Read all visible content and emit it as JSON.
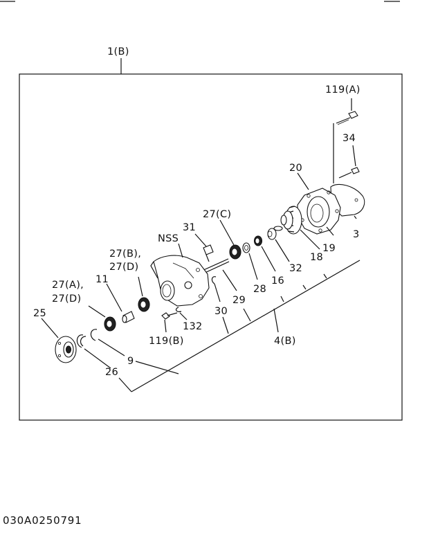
{
  "diagram": {
    "assembly_label": "1(B)",
    "subassembly_label": "4(B)",
    "drawing_code": "030A0250791",
    "callouts": {
      "p119a": "119(A)",
      "p34": "34",
      "p20": "20",
      "p3": "3",
      "p19": "19",
      "p18": "18",
      "p32": "32",
      "p16": "16",
      "p28": "28",
      "p27c": "27(C)",
      "p31": "31",
      "nss": "NSS",
      "p27b": "27(B),",
      "p27d_a": "27(D)",
      "p27a": "27(A),",
      "p27d_b": "27(D)",
      "p11": "11",
      "p25": "25",
      "p29": "29",
      "p30": "30",
      "p132": "132",
      "p119b": "119(B)",
      "p9": "9",
      "p26": "26"
    }
  }
}
